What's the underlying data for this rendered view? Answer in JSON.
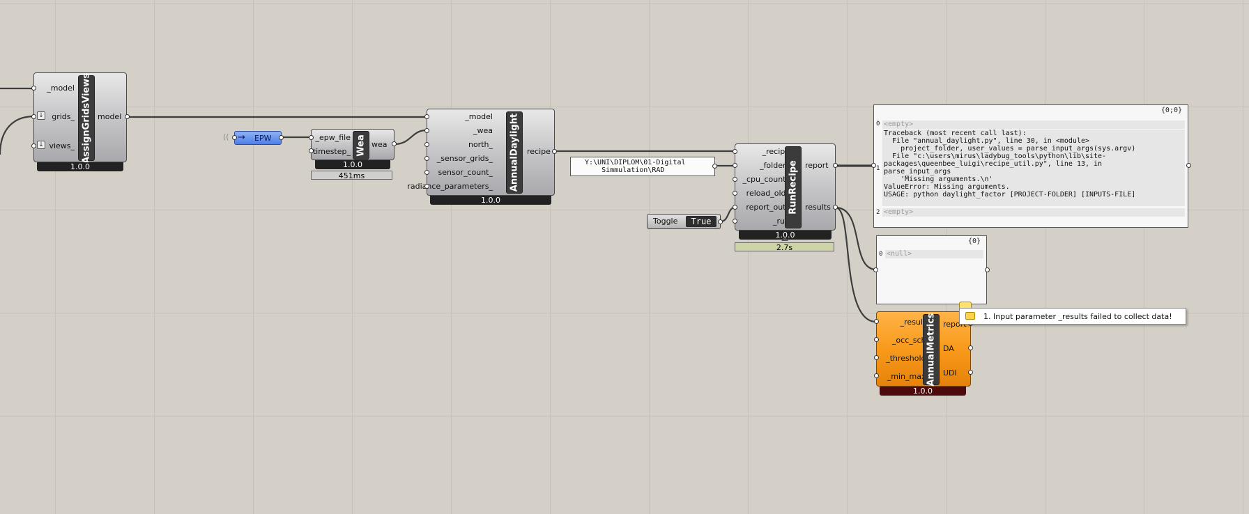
{
  "components": {
    "assign_grids_views": {
      "title": "AssignGridsViews",
      "inputs": [
        "_model",
        "grids_",
        "views_"
      ],
      "outputs": [
        "model"
      ],
      "version": "1.0.0"
    },
    "epw_param": {
      "label": "EPW"
    },
    "wea": {
      "title": "Wea",
      "inputs": [
        "_epw_file",
        "timestep_"
      ],
      "outputs": [
        "wea"
      ],
      "version": "1.0.0",
      "timing": "451ms"
    },
    "annual_daylight": {
      "title": "AnnualDaylight",
      "inputs": [
        "_model",
        "_wea",
        "north_",
        "_sensor_grids_",
        "sensor_count_",
        "radiance_parameters_"
      ],
      "outputs": [
        "recipe"
      ],
      "version": "1.0.0"
    },
    "folder_panel": {
      "text": "Y:\\UNI\\DIPLOM\\01-Digital\n    Simmulation\\RAD"
    },
    "toggle": {
      "label": "Toggle",
      "value": "True"
    },
    "run_recipe": {
      "title": "RunRecipe",
      "inputs": [
        "_recipe",
        "_folder_",
        "_cpu_count_",
        "reload_old_",
        "report_out_",
        "_run"
      ],
      "outputs": [
        "report",
        "results"
      ],
      "version": "1.0.0",
      "timing": "2.7s"
    },
    "report_panel": {
      "header": "{0;0}",
      "rows": [
        {
          "index": "0",
          "text": "<empty>"
        },
        {
          "index": "1",
          "text": "Traceback (most recent call last):\n  File \"annual_daylight.py\", line 30, in <module>\n    project_folder, user_values = parse_input_args(sys.argv)\n  File \"c:\\users\\mirus\\ladybug_tools\\python\\lib\\site-\npackages\\queenbee_luigi\\recipe_util.py\", line 13, in\nparse_input_args\n    'Missing arguments.\\n'\nValueError: Missing arguments.\nUSAGE: python daylight_factor [PROJECT-FOLDER] [INPUTS-FILE]"
        },
        {
          "index": "2",
          "text": "<empty>"
        }
      ]
    },
    "results_panel": {
      "header": "{0}",
      "rows": [
        {
          "index": "0",
          "text": "<null>"
        }
      ]
    },
    "annual_metrics": {
      "title": "AnnualMetrics",
      "inputs": [
        "_results",
        "_occ_sch_",
        "_threshold_",
        "_min_max_"
      ],
      "outputs": [
        "report",
        "DA",
        "UDI"
      ],
      "version": "1.0.0",
      "warning": "1. Input parameter _results failed to collect data!"
    }
  },
  "colors": {
    "canvas": "#d4d0c8",
    "component_gray": "#b8b8bc",
    "component_orange": "#f89a1c",
    "epw_blue": "#5d8ef0",
    "wire": "#3a3a3a"
  }
}
